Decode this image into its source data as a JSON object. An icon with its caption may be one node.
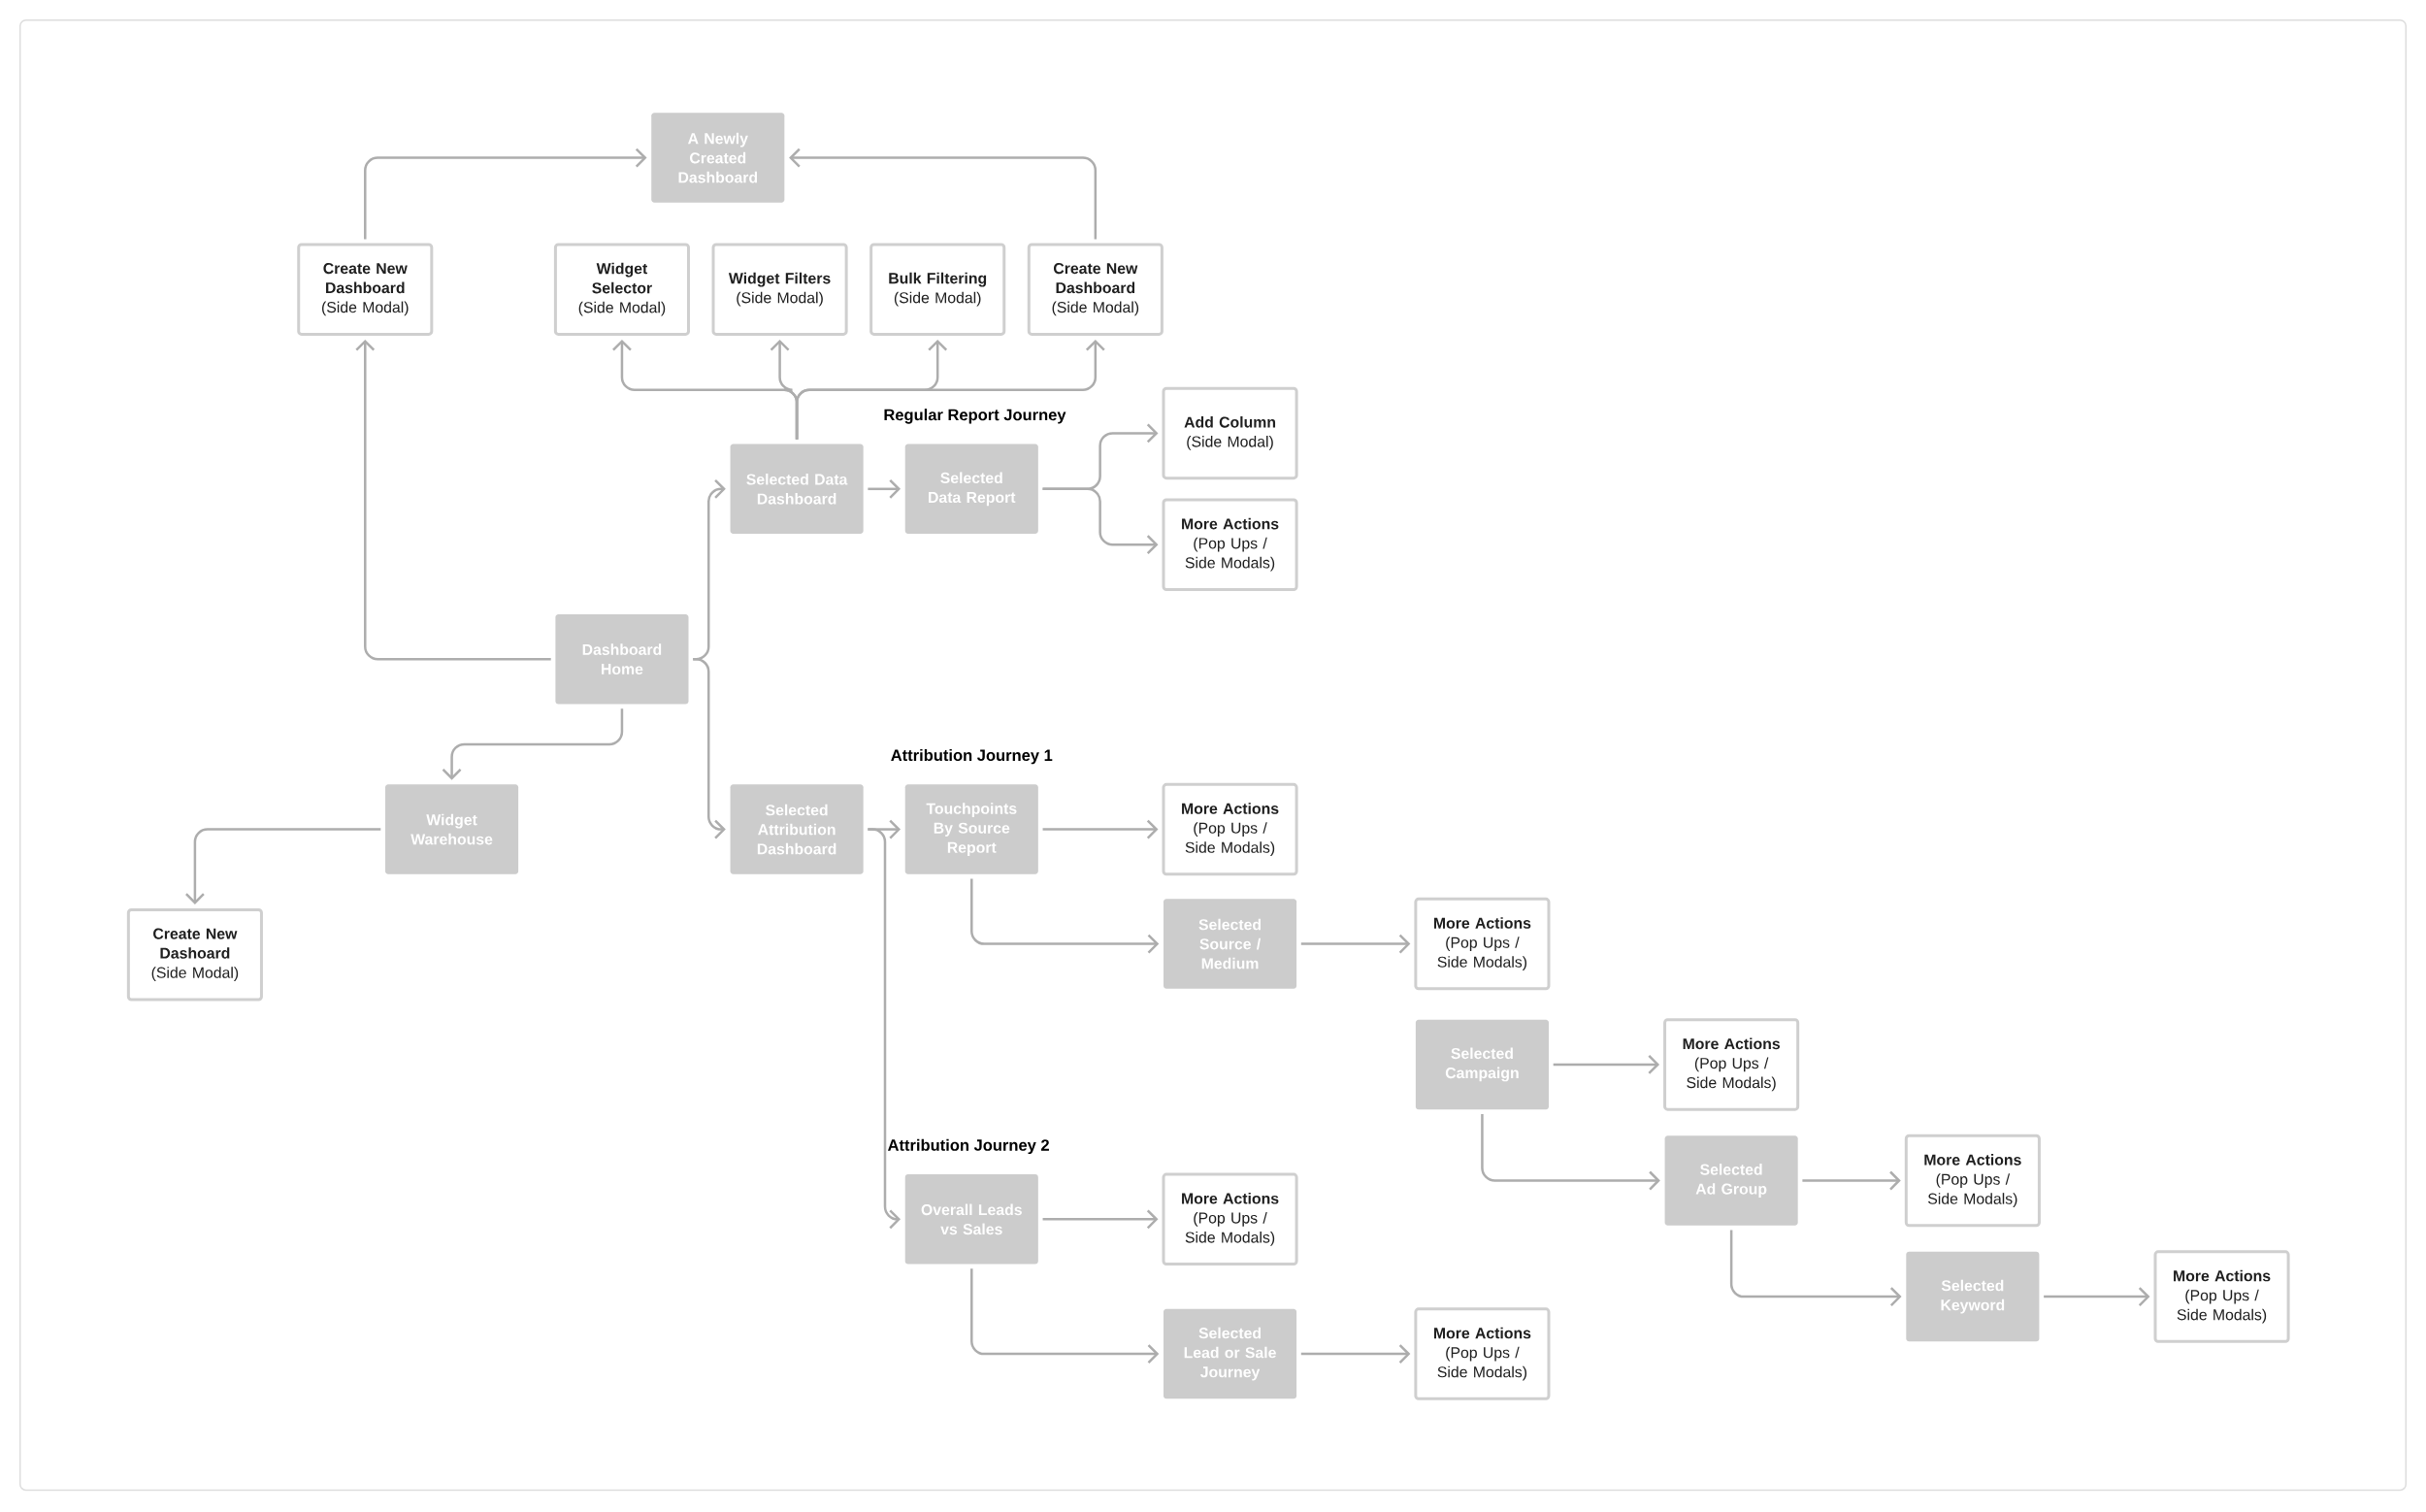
{
  "diagram": {
    "nodes": [
      {
        "text": [
          "A Newly Created Dashboard"
        ]
      },
      {
        "text": [
          "Create New Dashboard",
          "(Side Modal)"
        ]
      },
      {
        "text": [
          "Widget Selector",
          "(Side Modal)"
        ]
      },
      {
        "text": [
          "Widget Filters",
          "(Side Modal)"
        ]
      },
      {
        "text": [
          "Bulk Filtering",
          "(Side Modal)"
        ]
      },
      {
        "text": [
          "Create New Dashboard",
          "(Side Modal)"
        ]
      },
      {
        "text": [
          "Selected Data Dashboard"
        ]
      },
      {
        "text": [
          "Selected Data Report"
        ]
      },
      {
        "text": [
          "Add Column",
          "(Side Modal)"
        ]
      },
      {
        "text": [
          "More Actions",
          "(Pop Ups / Side Modals)"
        ]
      },
      {
        "text": [
          "Dashboard Home"
        ]
      },
      {
        "text": [
          "Widget Warehouse"
        ]
      },
      {
        "text": [
          "Create New Dashoard",
          "(Side Modal)"
        ]
      },
      {
        "text": [
          "Selected Attribution Dashboard"
        ]
      },
      {
        "text": [
          "Touchpoints By Source Report"
        ]
      },
      {
        "text": [
          "More Actions",
          "(Pop Ups / Side Modals)"
        ]
      },
      {
        "text": [
          "Selected Source / Medium"
        ]
      },
      {
        "text": [
          "More Actions",
          "(Pop Ups / Side Modals)"
        ]
      },
      {
        "text": [
          "Selected Campaign"
        ]
      },
      {
        "text": [
          "More Actions",
          "(Pop Ups / Side Modals)"
        ]
      },
      {
        "text": [
          "Overall Leads vs Sales"
        ]
      },
      {
        "text": [
          "More Actions",
          "(Pop Ups / Side Modals)"
        ]
      },
      {
        "text": [
          "Selected Ad Group"
        ]
      },
      {
        "text": [
          "More Actions",
          "(Pop Ups / Side Modals)"
        ]
      },
      {
        "text": [
          "Selected Lead or Sale Journey"
        ]
      },
      {
        "text": [
          "More Actions",
          "(Pop Ups / Side Modals)"
        ]
      },
      {
        "text": [
          "Selected Keyword"
        ]
      },
      {
        "text": [
          "More Actions",
          "(Pop Ups / Side Modals)"
        ]
      }
    ],
    "edges": [
      {
        "from": 1,
        "to": 0,
        "arrow": "to"
      },
      {
        "from": 5,
        "to": 0,
        "arrow": "to"
      },
      {
        "from": 6,
        "to": 2,
        "arrow": "to"
      },
      {
        "from": 6,
        "to": 3,
        "arrow": "to"
      },
      {
        "from": 6,
        "to": 4,
        "arrow": "to"
      },
      {
        "from": 6,
        "to": 5,
        "arrow": "to"
      },
      {
        "from": 10,
        "to": 1,
        "arrow": "to"
      },
      {
        "from": 10,
        "to": 6,
        "arrow": "to"
      },
      {
        "from": 10,
        "to": 13,
        "arrow": "to"
      },
      {
        "from": 10,
        "to": 11,
        "arrow": "to"
      },
      {
        "from": 11,
        "to": 12,
        "arrow": "to"
      },
      {
        "from": 6,
        "to": 7,
        "arrow": "to"
      },
      {
        "from": 7,
        "to": 8,
        "arrow": "to"
      },
      {
        "from": 7,
        "to": 9,
        "arrow": "to"
      },
      {
        "from": 13,
        "to": 14,
        "arrow": "to"
      },
      {
        "from": 13,
        "to": 20,
        "arrow": "to"
      },
      {
        "from": 14,
        "to": 15,
        "arrow": "to"
      },
      {
        "from": 14,
        "to": 16,
        "arrow": "to"
      },
      {
        "from": 16,
        "to": 17,
        "arrow": "to"
      },
      {
        "from": 18,
        "to": 19,
        "arrow": "to"
      },
      {
        "from": 18,
        "to": 22,
        "arrow": "to"
      },
      {
        "from": 20,
        "to": 21,
        "arrow": "to"
      },
      {
        "from": 20,
        "to": 24,
        "arrow": "to"
      },
      {
        "from": 22,
        "to": 23,
        "arrow": "to"
      },
      {
        "from": 22,
        "to": 26,
        "arrow": "to"
      },
      {
        "from": 24,
        "to": 25,
        "arrow": "to"
      },
      {
        "from": 26,
        "to": 27,
        "arrow": "to"
      }
    ],
    "labels": [
      "Regular Report Journey",
      "Attribution Journey 1",
      "Attribution Journey 2"
    ]
  }
}
